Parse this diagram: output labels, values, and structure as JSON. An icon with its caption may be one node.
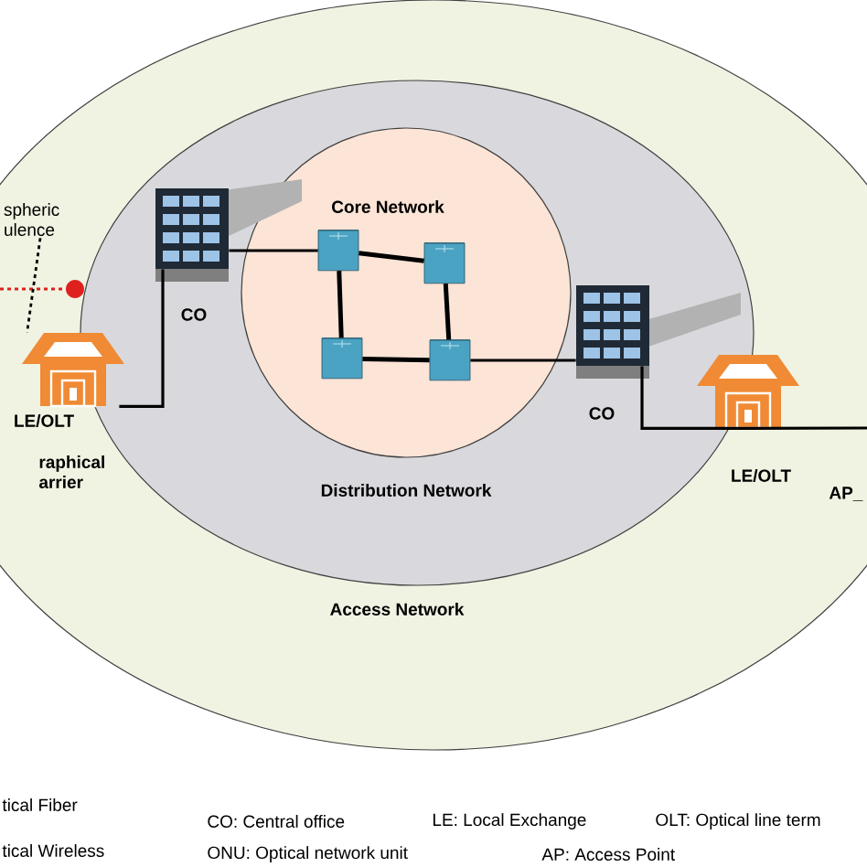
{
  "diagram": {
    "nodes": [
      {
        "text": [
          "Access Network"
        ]
      },
      {
        "text": [
          "Distribution Network"
        ],
        "in": 0
      },
      {
        "text": [
          "Core Network"
        ],
        "in": 1
      },
      {
        "text": [],
        "shape": "cylinder",
        "in": 2
      },
      {
        "text": [],
        "shape": "cylinder",
        "in": 2
      },
      {
        "text": [],
        "shape": "cylinder",
        "in": 2
      },
      {
        "text": [],
        "shape": "cylinder",
        "in": 2
      },
      {
        "text": [],
        "shape": "building",
        "in": 1,
        "beside": [
          "CO"
        ]
      },
      {
        "text": [],
        "shape": "building",
        "in": 1,
        "beside": [
          "CO"
        ]
      },
      {
        "text": [],
        "shape": "house",
        "in": 0,
        "beside": [
          "LE/OLT"
        ]
      },
      {
        "text": [],
        "shape": "house",
        "in": 0,
        "beside": [
          "LE/OLT"
        ]
      },
      {
        "text": [],
        "shape": "circle",
        "in": 0
      },
      {
        "text": [
          "spheric ulence"
        ],
        "in": 0
      }
    ],
    "edges": [
      {
        "from": 3,
        "to": 4,
        "arrow": "none"
      },
      {
        "from": 3,
        "to": 5,
        "arrow": "none"
      },
      {
        "from": 5,
        "to": 6,
        "arrow": "none"
      },
      {
        "from": 4,
        "to": 6,
        "arrow": "none"
      },
      {
        "from": 7,
        "to": 3,
        "arrow": "none"
      },
      {
        "from": 6,
        "to": 8,
        "arrow": "none"
      },
      {
        "from": 7,
        "to": 9,
        "arrow": "none"
      },
      {
        "from": 8,
        "to": 10,
        "arrow": "none"
      },
      {
        "from": 10,
        "to": null,
        "arrow": "none"
      },
      {
        "from": null,
        "to": 11,
        "arrow": "none",
        "style": "dashed",
        "color": "#e0201e"
      },
      {
        "from": 12,
        "to": 9,
        "arrow": "none",
        "style": "dashed"
      }
    ],
    "labels": [
      "raphical arrier",
      "AP_",
      "tical Fiber",
      "CO: Central office",
      "LE: Local Exchange",
      "OLT: Optical line term",
      "tical Wireless",
      "ONU: Optical network unit",
      "AP: Access Point"
    ]
  }
}
